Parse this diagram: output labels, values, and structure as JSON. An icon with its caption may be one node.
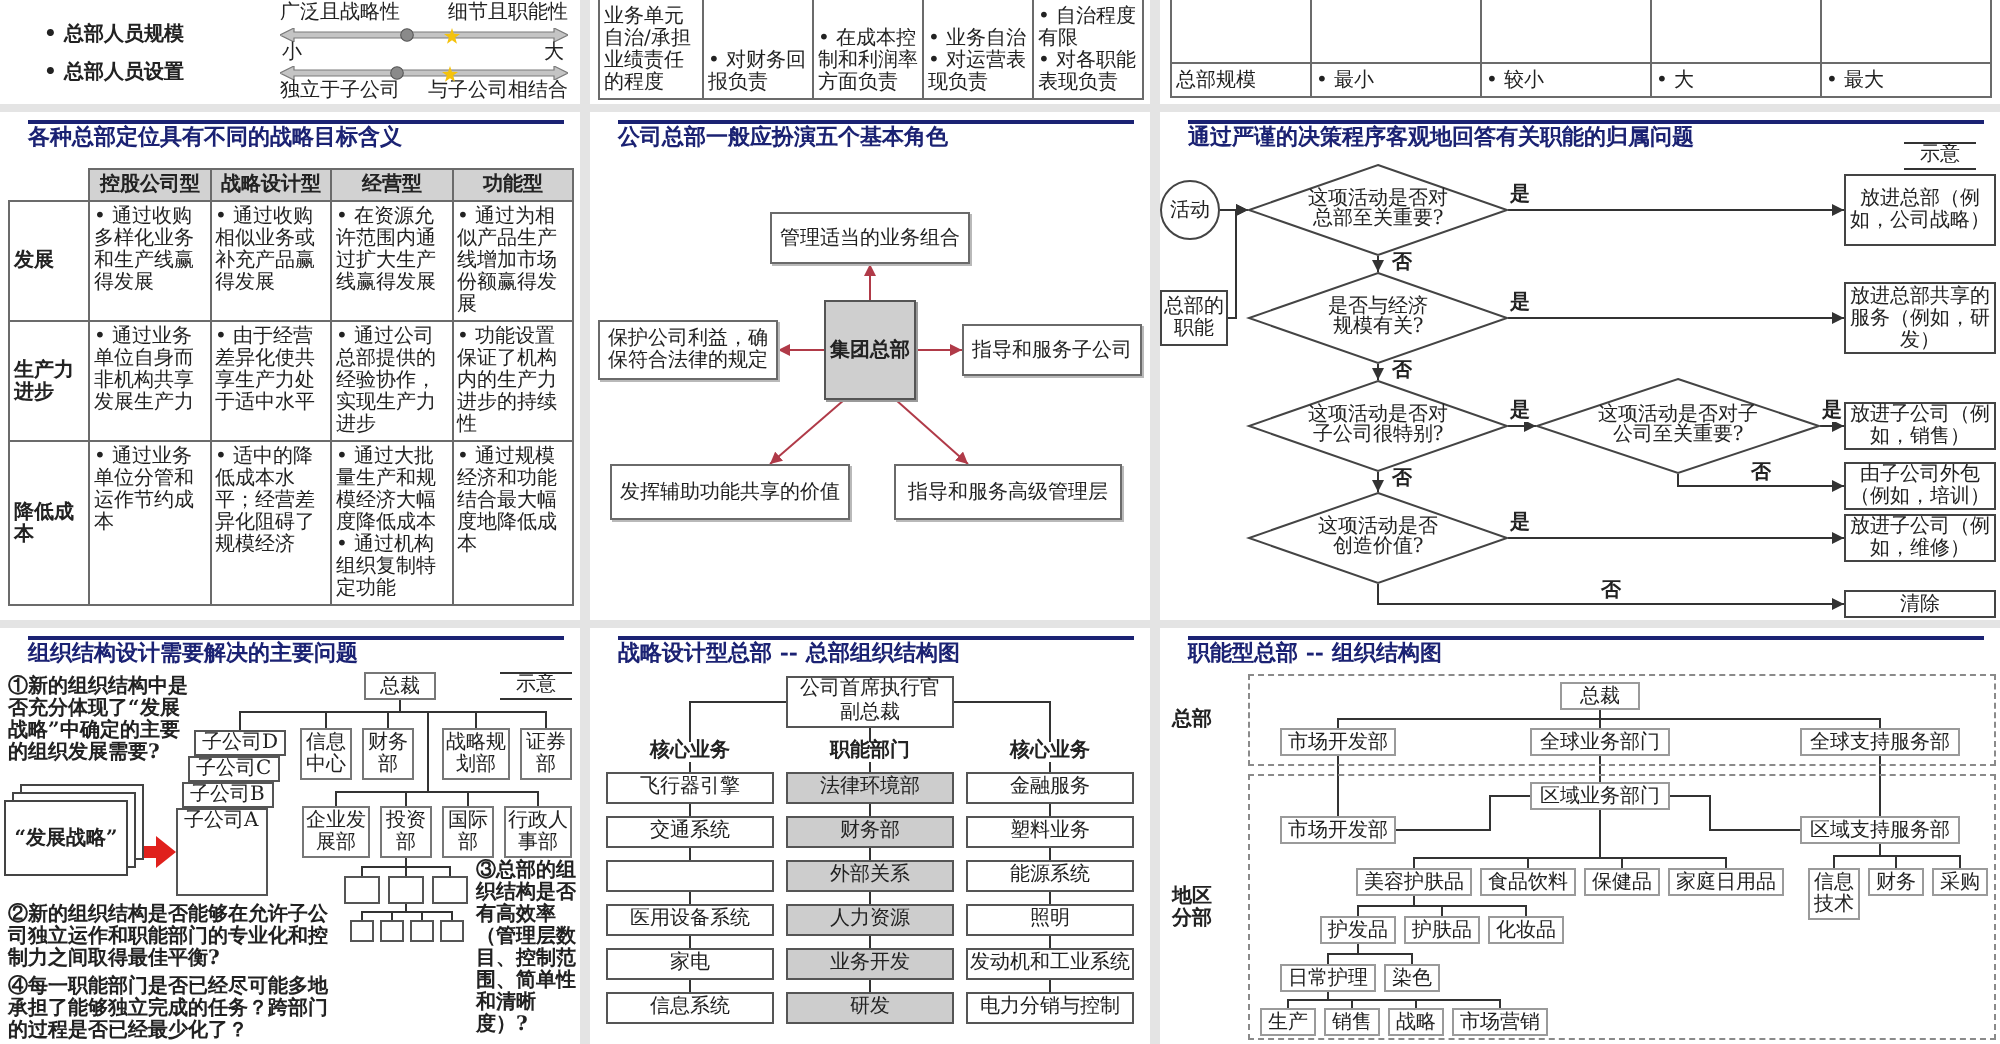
{
  "diagram": {
    "nodes": [
      {
        "text": [
          "各种总部定位具有不同的战略目标含义"
        ]
      },
      {
        "text": [
          "公司总部一般应扮演五个基本角色"
        ]
      },
      {
        "text": [
          "管理适当的业务组合"
        ],
        "in": 1
      },
      {
        "text": [
          "保护公司利益，确保符合法律的规定"
        ],
        "in": 1
      },
      {
        "text": [
          "集团总部"
        ],
        "in": 1
      },
      {
        "text": [
          "指导和服务子公司"
        ],
        "in": 1
      },
      {
        "text": [
          "发挥辅助功能共享的价值"
        ],
        "in": 1
      },
      {
        "text": [
          "指导和服务高级管理层"
        ],
        "in": 1
      },
      {
        "text": [
          "通过严谨的决策程序客观地回答有关职能的归属问题"
        ]
      },
      {
        "text": [
          "活动"
        ],
        "in": 8
      },
      {
        "text": [
          "这项活动是否对总部至关重要?"
        ],
        "in": 8
      },
      {
        "text": [
          "放进总部（例如，公司战略）"
        ],
        "in": 8
      },
      {
        "text": [
          "总部的职能"
        ],
        "in": 8
      },
      {
        "text": [
          "是否与经济规模有关?"
        ],
        "in": 8
      },
      {
        "text": [
          "放进总部共享的服务（例如，研发）"
        ],
        "in": 8
      },
      {
        "text": [
          "这项活动是否对子公司很特别?"
        ],
        "in": 8
      },
      {
        "text": [
          "这项活动是否对子公司至关重要?"
        ],
        "in": 8
      },
      {
        "text": [
          "放进子公司（例如，销售）"
        ],
        "in": 8
      },
      {
        "text": [
          "由子公司外包（例如，培训）"
        ],
        "in": 8
      },
      {
        "text": [
          "这项活动是否创造价值?"
        ],
        "in": 8
      },
      {
        "text": [
          "放进子公司（例如，维修）"
        ],
        "in": 8
      },
      {
        "text": [
          "清除"
        ],
        "in": 8
      },
      {
        "text": [
          "组织结构设计需要解决的主要问题"
        ]
      },
      {
        "text": [
          "“发展战略”"
        ],
        "in": 22
      },
      {
        "text": [
          "总裁"
        ],
        "in": 22
      },
      {
        "text": [
          "子公司D"
        ],
        "in": 22
      },
      {
        "text": [
          "子公司C"
        ],
        "in": 22
      },
      {
        "text": [
          "子公司B"
        ],
        "in": 22
      },
      {
        "text": [
          "子公司A"
        ],
        "in": 22
      },
      {
        "text": [
          "信息中心"
        ],
        "in": 22
      },
      {
        "text": [
          "财务部"
        ],
        "in": 22
      },
      {
        "text": [
          "战略规划部"
        ],
        "in": 22
      },
      {
        "text": [
          "证券部"
        ],
        "in": 22
      },
      {
        "text": [
          "企业发展部"
        ],
        "in": 22
      },
      {
        "text": [
          "投资部"
        ],
        "in": 22
      },
      {
        "text": [
          "国际部"
        ],
        "in": 22
      },
      {
        "text": [
          "行政人事部"
        ],
        "in": 22
      },
      {
        "text": [],
        "shape": "box",
        "in": 22
      },
      {
        "text": [],
        "shape": "box",
        "in": 22
      },
      {
        "text": [],
        "shape": "box",
        "in": 22
      },
      {
        "text": [],
        "shape": "box",
        "in": 22
      },
      {
        "text": [],
        "shape": "box",
        "in": 22
      },
      {
        "text": [],
        "shape": "box",
        "in": 22
      },
      {
        "text": [],
        "shape": "box",
        "in": 22
      },
      {
        "text": [
          "战略设计型总部 -- 总部组织结构图"
        ]
      },
      {
        "text": [
          "公司首席执行官",
          "副总裁"
        ],
        "in": 44
      },
      {
        "text": [
          "飞行器引擎"
        ],
        "in": 44
      },
      {
        "text": [
          "交通系统"
        ],
        "in": 44
      },
      {
        "text": [],
        "shape": "box",
        "in": 44
      },
      {
        "text": [
          "医用设备系统"
        ],
        "in": 44
      },
      {
        "text": [
          "家电"
        ],
        "in": 44
      },
      {
        "text": [
          "信息系统"
        ],
        "in": 44
      },
      {
        "text": [
          "法律环境部"
        ],
        "in": 44
      },
      {
        "text": [
          "财务部"
        ],
        "in": 44
      },
      {
        "text": [
          "外部关系"
        ],
        "in": 44
      },
      {
        "text": [
          "人力资源"
        ],
        "in": 44
      },
      {
        "text": [
          "业务开发"
        ],
        "in": 44
      },
      {
        "text": [
          "研发"
        ],
        "in": 44
      },
      {
        "text": [
          "金融服务"
        ],
        "in": 44
      },
      {
        "text": [
          "塑料业务"
        ],
        "in": 44
      },
      {
        "text": [
          "能源系统"
        ],
        "in": 44
      },
      {
        "text": [
          "照明"
        ],
        "in": 44
      },
      {
        "text": [
          "发动机和工业系统"
        ],
        "in": 44
      },
      {
        "text": [
          "电力分销与控制"
        ],
        "in": 44
      },
      {
        "text": [
          "职能型总部 -- 组织结构图"
        ]
      },
      {
        "text": [
          "总部"
        ],
        "in": 64
      },
      {
        "text": [
          "总裁"
        ],
        "in": 65
      },
      {
        "text": [
          "市场开发部"
        ],
        "in": 65
      },
      {
        "text": [
          "全球业务部门"
        ],
        "in": 65
      },
      {
        "text": [
          "全球支持服务部"
        ],
        "in": 65
      },
      {
        "text": [
          "地区分部"
        ],
        "in": 64
      },
      {
        "text": [
          "区域业务部门"
        ],
        "in": 70
      },
      {
        "text": [
          "市场开发部"
        ],
        "in": 70
      },
      {
        "text": [
          "区域支持服务部"
        ],
        "in": 70
      },
      {
        "text": [
          "信息技术"
        ],
        "in": 70
      },
      {
        "text": [
          "财务"
        ],
        "in": 70
      },
      {
        "text": [
          "采购"
        ],
        "in": 70
      },
      {
        "text": [
          "美容护肤品"
        ],
        "in": 70
      },
      {
        "text": [
          "食品饮料"
        ],
        "in": 70
      },
      {
        "text": [
          "保健品"
        ],
        "in": 70
      },
      {
        "text": [
          "家庭日用品"
        ],
        "in": 70
      },
      {
        "text": [
          "护发品"
        ],
        "in": 70
      },
      {
        "text": [
          "护肤品"
        ],
        "in": 70
      },
      {
        "text": [
          "化妆品"
        ],
        "in": 70
      },
      {
        "text": [
          "日常护理"
        ],
        "in": 70
      },
      {
        "text": [
          "染色"
        ],
        "in": 70
      },
      {
        "text": [
          "生产"
        ],
        "in": 70
      },
      {
        "text": [
          "销售"
        ],
        "in": 70
      },
      {
        "text": [
          "战略"
        ],
        "in": 70
      },
      {
        "text": [
          "市场营销"
        ],
        "in": 70
      }
    ],
    "edges": [
      {
        "from": 4,
        "to": 2,
        "arrow": "to",
        "color": "#b03a48"
      },
      {
        "from": 4,
        "to": 3,
        "arrow": "to",
        "color": "#b03a48"
      },
      {
        "from": 4,
        "to": 5,
        "arrow": "to",
        "color": "#b03a48"
      },
      {
        "from": 4,
        "to": 6,
        "arrow": "to",
        "color": "#b03a48"
      },
      {
        "from": 4,
        "to": 7,
        "arrow": "to",
        "color": "#b03a48"
      },
      {
        "from": 9,
        "to": 10,
        "arrow": "to"
      },
      {
        "from": 12,
        "to": 10,
        "arrow": "to"
      },
      {
        "from": 10,
        "to": 11,
        "arrow": "to",
        "label": "是"
      },
      {
        "from": 10,
        "to": 13,
        "arrow": "to",
        "label": "否"
      },
      {
        "from": 13,
        "to": 14,
        "arrow": "to",
        "label": "是"
      },
      {
        "from": 13,
        "to": 15,
        "arrow": "to",
        "label": "否"
      },
      {
        "from": 15,
        "to": 16,
        "arrow": "to",
        "label": "是"
      },
      {
        "from": 16,
        "to": 17,
        "arrow": "to",
        "label": "是"
      },
      {
        "from": 16,
        "to": 18,
        "arrow": "to",
        "label": "否"
      },
      {
        "from": 15,
        "to": 19,
        "arrow": "to",
        "label": "否"
      },
      {
        "from": 19,
        "to": 20,
        "arrow": "to",
        "label": "是"
      },
      {
        "from": 19,
        "to": 21,
        "arrow": "to",
        "label": "否"
      },
      {
        "from": 23,
        "to": 28,
        "arrow": "to",
        "style": "thick",
        "color": "#e0201c"
      },
      {
        "from": 24,
        "to": 25,
        "arrow": "none"
      },
      {
        "from": 24,
        "to": 29,
        "arrow": "none"
      },
      {
        "from": 24,
        "to": 30,
        "arrow": "none"
      },
      {
        "from": 24,
        "to": 31,
        "arrow": "none"
      },
      {
        "from": 24,
        "to": 32,
        "arrow": "none"
      },
      {
        "from": 24,
        "to": 33,
        "arrow": "none"
      },
      {
        "from": 24,
        "to": 34,
        "arrow": "none"
      },
      {
        "from": 24,
        "to": 35,
        "arrow": "none"
      },
      {
        "from": 24,
        "to": 36,
        "arrow": "none"
      },
      {
        "from": 34,
        "to": 37,
        "arrow": "none"
      },
      {
        "from": 34,
        "to": 38,
        "arrow": "none"
      },
      {
        "from": 34,
        "to": 39,
        "arrow": "none"
      },
      {
        "from": 38,
        "to": 40,
        "arrow": "none"
      },
      {
        "from": 38,
        "to": 41,
        "arrow": "none"
      },
      {
        "from": 38,
        "to": 42,
        "arrow": "none"
      },
      {
        "from": 38,
        "to": 43,
        "arrow": "none"
      },
      {
        "from": 45,
        "to": 46,
        "arrow": "none",
        "label": "核心业务"
      },
      {
        "from": 45,
        "to": 52,
        "arrow": "none",
        "label": "职能部门"
      },
      {
        "from": 45,
        "to": 58,
        "arrow": "none",
        "label": "核心业务"
      },
      {
        "from": 46,
        "to": 47,
        "arrow": "none"
      },
      {
        "from": 47,
        "to": 48,
        "arrow": "none"
      },
      {
        "from": 48,
        "to": 49,
        "arrow": "none"
      },
      {
        "from": 49,
        "to": 50,
        "arrow": "none"
      },
      {
        "from": 50,
        "to": 51,
        "arrow": "none"
      },
      {
        "from": 52,
        "to": 53,
        "arrow": "none"
      },
      {
        "from": 53,
        "to": 54,
        "arrow": "none"
      },
      {
        "from": 54,
        "to": 55,
        "arrow": "none"
      },
      {
        "from": 55,
        "to": 56,
        "arrow": "none"
      },
      {
        "from": 56,
        "to": 57,
        "arrow": "none"
      },
      {
        "from": 58,
        "to": 59,
        "arrow": "none"
      },
      {
        "from": 59,
        "to": 60,
        "arrow": "none"
      },
      {
        "from": 60,
        "to": 61,
        "arrow": "none"
      },
      {
        "from": 61,
        "to": 62,
        "arrow": "none"
      },
      {
        "from": 62,
        "to": 63,
        "arrow": "none"
      },
      {
        "from": 66,
        "to": 67,
        "arrow": "none"
      },
      {
        "from": 66,
        "to": 68,
        "arrow": "none"
      },
      {
        "from": 66,
        "to": 69,
        "arrow": "none"
      },
      {
        "from": 67,
        "to": 72,
        "arrow": "none"
      },
      {
        "from": 68,
        "to": 71,
        "arrow": "none"
      },
      {
        "from": 69,
        "to": 73,
        "arrow": "none"
      },
      {
        "from": 71,
        "to": 72,
        "arrow": "none"
      },
      {
        "from": 71,
        "to": 73,
        "arrow": "none"
      },
      {
        "from": 71,
        "to": 77,
        "arrow": "none"
      },
      {
        "from": 71,
        "to": 78,
        "arrow": "none"
      },
      {
        "from": 71,
        "to": 79,
        "arrow": "none"
      },
      {
        "from": 71,
        "to": 80,
        "arrow": "none"
      },
      {
        "from": 73,
        "to": 74,
        "arrow": "none"
      },
      {
        "from": 73,
        "to": 75,
        "arrow": "none"
      },
      {
        "from": 73,
        "to": 76,
        "arrow": "none"
      },
      {
        "from": 77,
        "to": 81,
        "arrow": "none"
      },
      {
        "from": 77,
        "to": 82,
        "arrow": "none"
      },
      {
        "from": 77,
        "to": 83,
        "arrow": "none"
      },
      {
        "from": 81,
        "to": 84,
        "arrow": "none"
      },
      {
        "from": 81,
        "to": 85,
        "arrow": "none"
      },
      {
        "from": 84,
        "to": 86,
        "arrow": "none"
      },
      {
        "from": 84,
        "to": 87,
        "arrow": "none"
      },
      {
        "from": 84,
        "to": 88,
        "arrow": "none"
      },
      {
        "from": 84,
        "to": 89,
        "arrow": "none"
      }
    ],
    "labels": [
      "广泛且战略性",
      "细节且职能性",
      "• 总部人员规模",
      "小",
      "大",
      "• 总部人员设置",
      "独立于子公司",
      "与子公司相结合",
      "业务单元自治/承担业绩责任的程度",
      "• 对财务回报负责",
      "• 在成本控制和利润率方面负责",
      "• 业务自治",
      "• 对运营表现负责",
      "• 自治程度有限",
      "• 对各职能表现负责",
      "总部规模",
      "• 最小",
      "• 较小",
      "• 大",
      "• 最大",
      "控股公司型",
      "战略设计型",
      "经营型",
      "功能型",
      "发展",
      "• 通过收购多样化业务和生产线赢得发展",
      "• 通过收购相似业务或补充产品赢得发展",
      "• 在资源允许范围内通过扩大生产线赢得发展",
      "• 通过为相似产品生产线增加市场份额赢得发展",
      "生产力进步",
      "• 通过业务单位自身而非机构共享发展生产力",
      "• 由于经营差异化使共享生产力处于适中水平",
      "• 通过公司总部提供的经验协作，实现生产力进步",
      "• 功能设置保证了机构内的生产力进步的持续性",
      "降低成本",
      "• 通过业务单位分管和运作节约成本",
      "• 适中的降低成本水平；经营差异化阻碍了规模经济",
      "• 通过大批量生产和规模经济大幅度降低成本",
      "• 通过机构组织复制特定功能",
      "• 通过规模经济和功能结合最大幅度地降低成本",
      "示意",
      "示意",
      "①新的组织结构中是否充分体现了“发展战略”中确定的主要的组织发展需要?",
      "②新的组织结构是否能够在允许子公司独立运作和职能部门的专业化和控制力之间取得最佳平衡?",
      "③总部的组织结构是否有高效率（管理层数目、控制范围、简单性和清晰度）?",
      "④每一职能部门是否已经尽可能多地承担了能够独立完成的任务？跨部门的过程是否已经最少化了？"
    ]
  }
}
